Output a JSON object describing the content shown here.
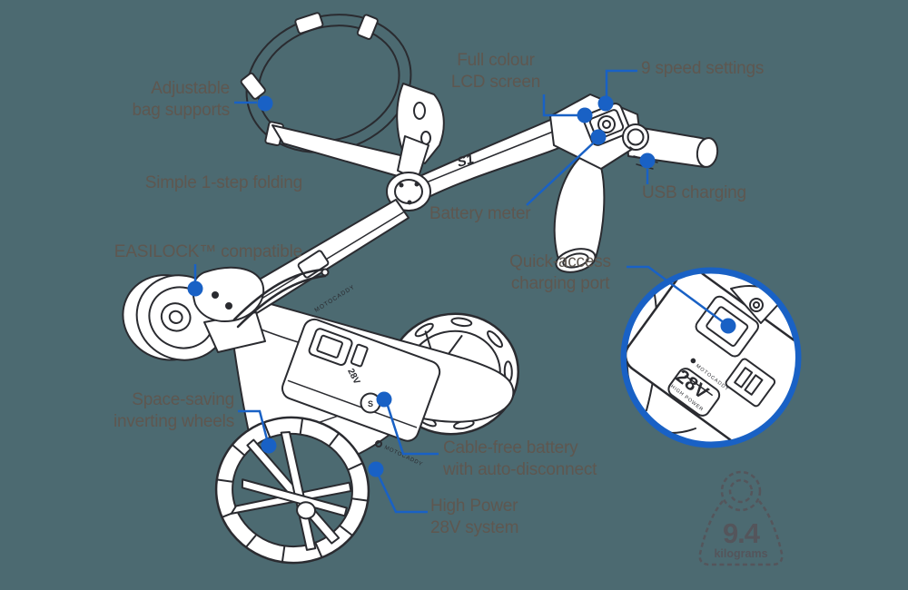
{
  "colors": {
    "background": "#4c6a71",
    "accent_blue": "#1961c5",
    "label_text": "#5e5750",
    "line_art": "#2a2b30",
    "weight_icon": "#54555b"
  },
  "features": {
    "bag_supports": {
      "label": "Adjustable\nbag supports"
    },
    "simple_folding": {
      "label": "Simple 1-step folding"
    },
    "easilock": {
      "label": "EASILOCK™ compatible"
    },
    "full_lcd": {
      "label": "Full colour\nLCD screen"
    },
    "speed_settings": {
      "label": "9 speed settings"
    },
    "battery_meter": {
      "label": "Battery meter"
    },
    "usb_charging": {
      "label": "USB charging"
    },
    "quick_access": {
      "label": "Quick-access\ncharging port"
    },
    "space_saving": {
      "label": "Space-saving\ninverting wheels"
    },
    "cable_free": {
      "label": "Cable-free battery\nwith auto-disconnect"
    },
    "high_power": {
      "label": "High Power\n28V system"
    }
  },
  "weight": {
    "value": "9.4",
    "unit": "kilograms"
  },
  "inset": {
    "brand": "MOTOCADDY",
    "voltage": "28V",
    "power": "HIGH POWER"
  },
  "drawing": {
    "model_logo": "S1",
    "frame_brand": "MOTOCADDY",
    "battery_voltage": "28V",
    "series_badge": "S",
    "body_brand": "MOTOCADDY"
  }
}
